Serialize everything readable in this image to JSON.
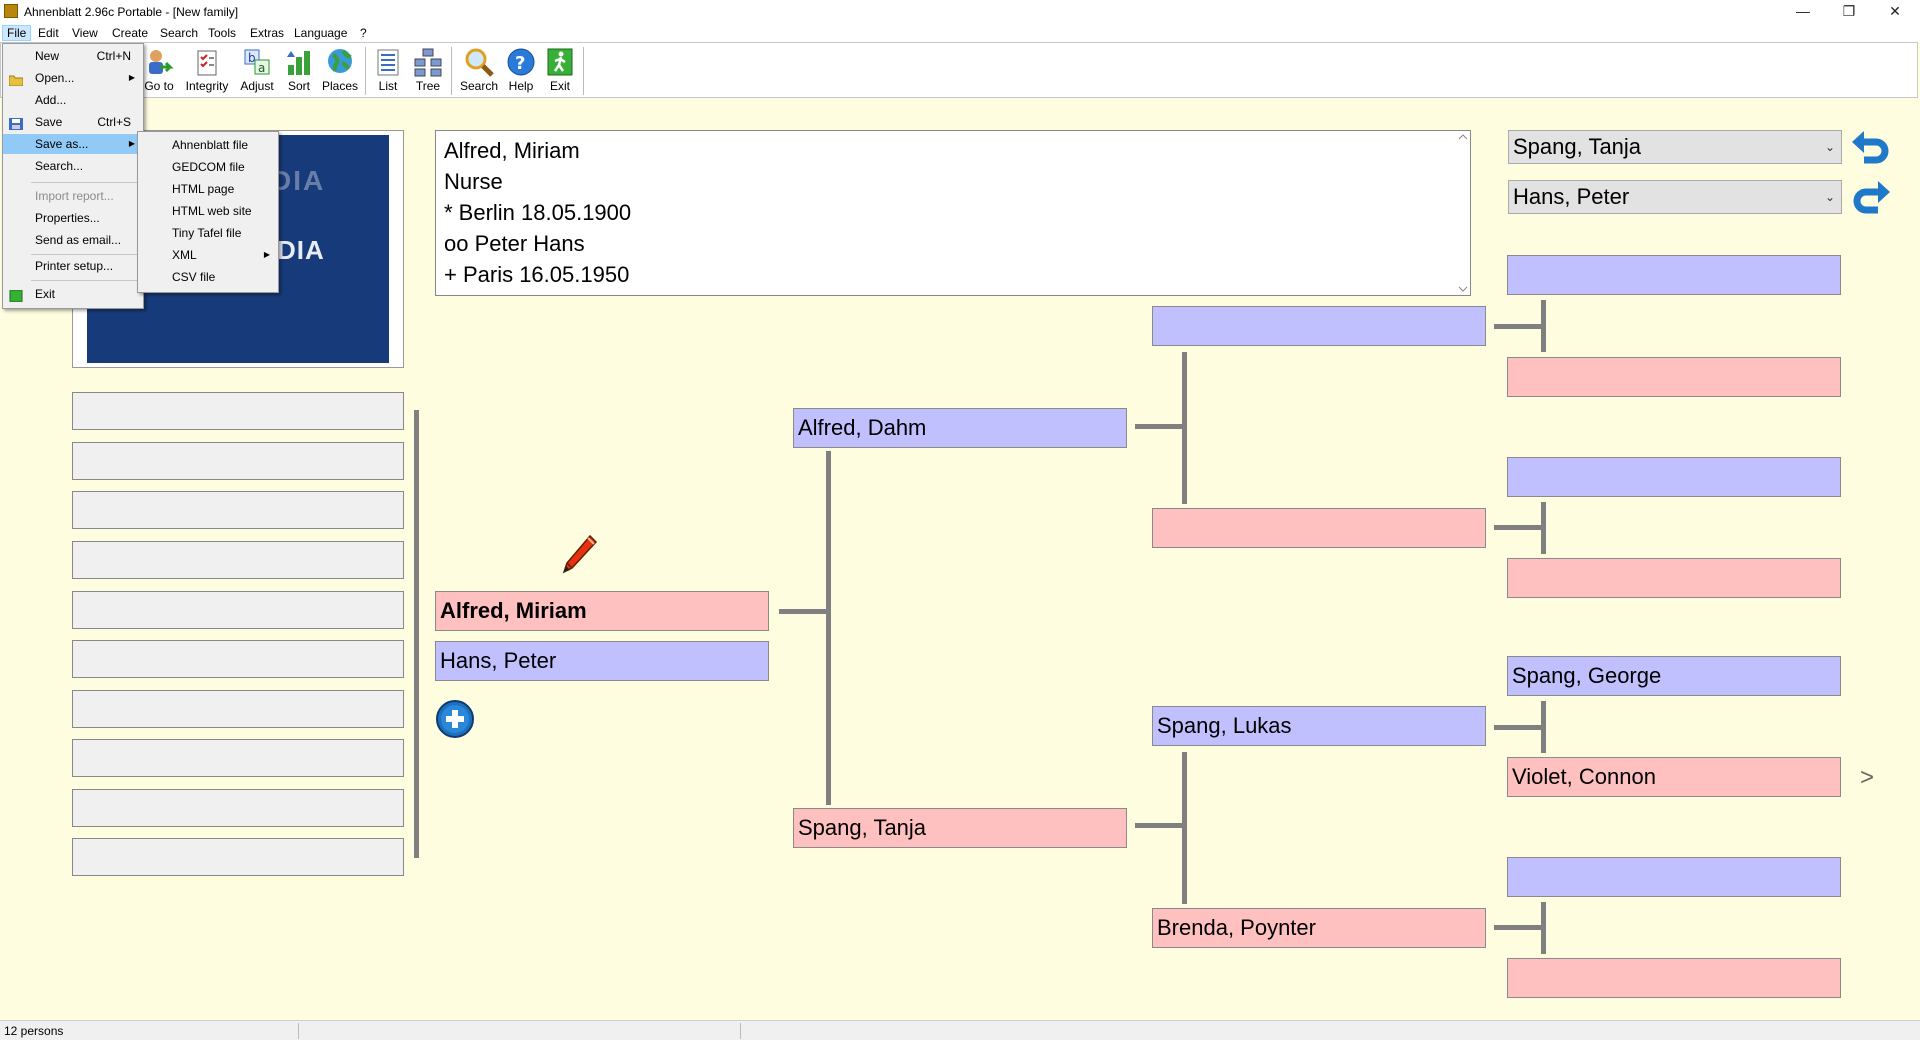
{
  "window": {
    "title": "Ahnenblatt 2.96c Portable - [New family]",
    "controls": {
      "minimize": "—",
      "restore": "❐",
      "close": "✕"
    }
  },
  "menubar": [
    "File",
    "Edit",
    "View",
    "Create",
    "Search",
    "Tools",
    "Extras",
    "Language",
    "?"
  ],
  "toolbar": {
    "goto": "Go to",
    "integrity": "Integrity",
    "adjust": "Adjust",
    "sort": "Sort",
    "places": "Places",
    "list": "List",
    "tree": "Tree",
    "search": "Search",
    "help": "Help",
    "exit": "Exit"
  },
  "file_menu": {
    "new": {
      "label": "New",
      "shortcut": "Ctrl+N"
    },
    "open": {
      "label": "Open..."
    },
    "add": {
      "label": "Add..."
    },
    "save": {
      "label": "Save",
      "shortcut": "Ctrl+S"
    },
    "save_as": {
      "label": "Save as..."
    },
    "search": {
      "label": "Search..."
    },
    "import_report": {
      "label": "Import report..."
    },
    "properties": {
      "label": "Properties..."
    },
    "send_email": {
      "label": "Send as email..."
    },
    "printer_setup": {
      "label": "Printer setup..."
    },
    "exit": {
      "label": "Exit"
    }
  },
  "save_as_submenu": {
    "ahnenblatt": "Ahnenblatt file",
    "gedcom": "GEDCOM file",
    "html_page": "HTML page",
    "html_site": "HTML web site",
    "tiny_tafel": "Tiny Tafel file",
    "xml": "XML",
    "csv": "CSV file"
  },
  "photo": {
    "watermark_top": "SOFTPEDIA",
    "watermark_bottom": "DIA"
  },
  "info": {
    "name": "Alfred, Miriam",
    "occupation": "Nurse",
    "birth": "* Berlin 18.05.1900",
    "marriage": "oo Peter Hans",
    "death": "+ Paris 16.05.1950"
  },
  "tree": {
    "proband": "Alfred, Miriam",
    "spouse": "Hans, Peter",
    "father": "Alfred, Dahm",
    "mother": "Spang, Tanja",
    "mother_father": "Spang, Lukas",
    "mother_mother": "Brenda, Poynter",
    "mf_father": "Spang, George",
    "mf_mother": "Violet, Connon"
  },
  "navigation": {
    "combo_back": "Spang, Tanja",
    "combo_forward": "Hans, Peter",
    "next_arrow": ">"
  },
  "status": {
    "persons": "12 persons"
  },
  "colors": {
    "male": "#c0c0ff",
    "female": "#ffc0c0",
    "background": "#fffde0"
  }
}
